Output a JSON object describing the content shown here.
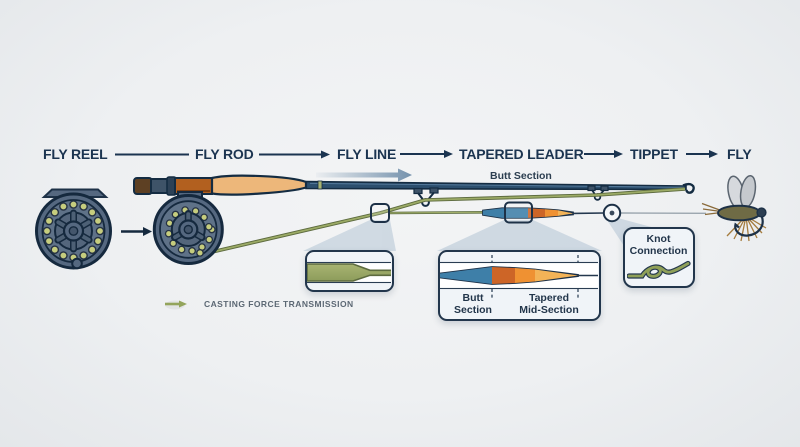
{
  "flow": {
    "steps": [
      {
        "label": "FLY REEL"
      },
      {
        "label": "FLY ROD"
      },
      {
        "label": "FLY LINE"
      },
      {
        "label": "TAPERED LEADER"
      },
      {
        "label": "TIPPET"
      },
      {
        "label": "FLY"
      }
    ]
  },
  "annotations": {
    "butt_section_label": "Butt Section",
    "legend": {
      "label": "CASTING FORCE TRANSMISSION"
    }
  },
  "callouts": {
    "leader_box": {
      "butt": {
        "line1": "Butt",
        "line2": "Section"
      },
      "mid": {
        "line1": "Tapered",
        "line2": "Mid-Section"
      }
    },
    "knot_box": {
      "line1": "Knot",
      "line2": "Connection"
    }
  },
  "colors": {
    "ink": "#1b3450",
    "fly_line_olive": "#9cab66",
    "fly_line_olive_dark": "#5d6b3f",
    "leader_butt_blue": "#3e7fa8",
    "leader_taper_dark_orange": "#cd6527",
    "leader_taper_orange": "#ef9132",
    "leader_taper_light": "#f3b357",
    "tippet_gray": "#9aa5ae",
    "reel_slate": "#556880",
    "spool_hole_olive": "#c6cd7e",
    "cork_tan": "#edb77a",
    "seat_copper": "#b2601f",
    "beam_blue": "#aec1d2"
  }
}
